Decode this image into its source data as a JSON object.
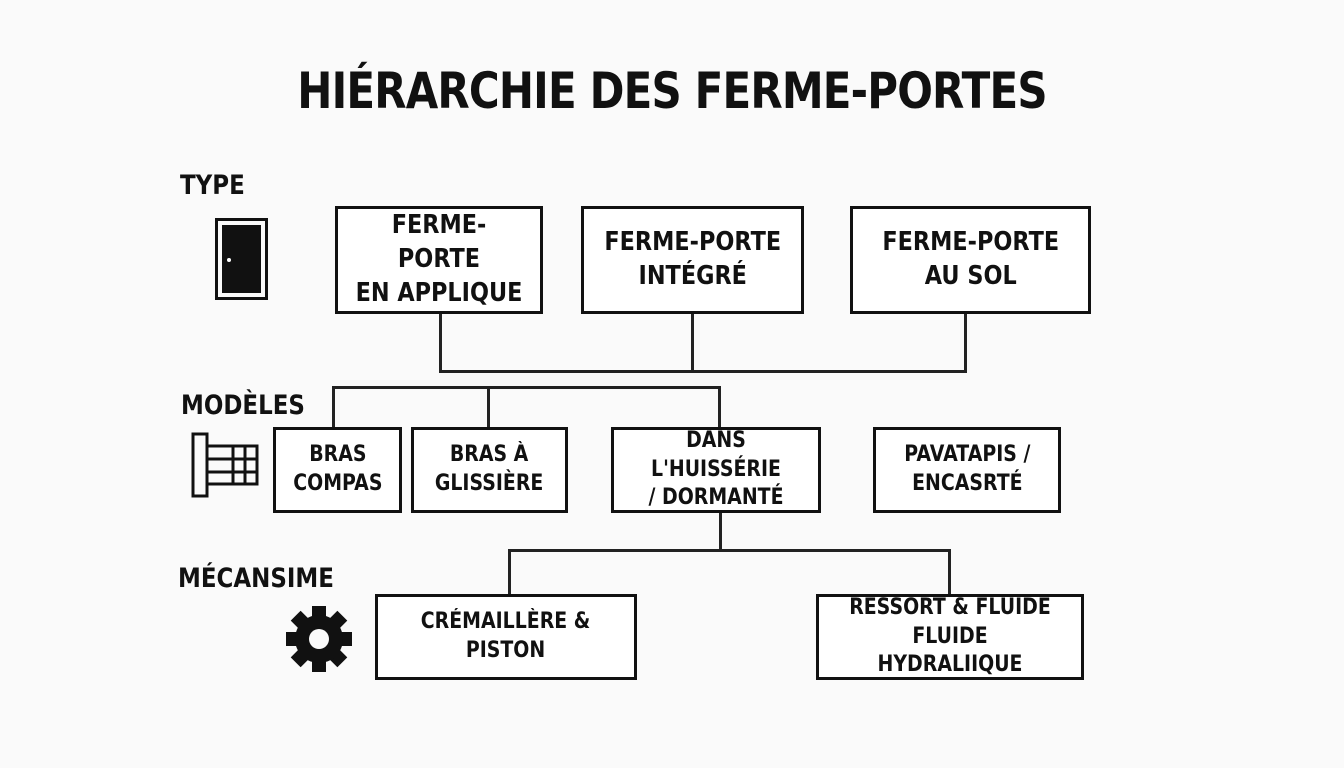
{
  "title": "HIÉRARCHIE DES FERME-PORTES",
  "sections": {
    "type": {
      "label": "TYPE",
      "icon": "door-icon"
    },
    "models": {
      "label": "MODÈLES",
      "icon": "door-closer-icon"
    },
    "mechanism": {
      "label": "MÉCANSIME",
      "icon": "gear-icon"
    }
  },
  "types": [
    {
      "label": "FERME-PORTE\nEN APPLIQUE"
    },
    {
      "label": "FERME-PORTE\nINTÉGRÉ"
    },
    {
      "label": "FERME-PORTE\nAU SOL"
    }
  ],
  "models": [
    {
      "label": "BRAS\nCOMPAS"
    },
    {
      "label": "BRAS À\nGLISSIÈRE"
    },
    {
      "label": "DANS L'HUISSÉRIE\n/ DORMANTÉ"
    },
    {
      "label": "PAVATAPIS /\nENCASRTÉ"
    }
  ],
  "mechanisms": [
    {
      "label": "CRÉMAILLÈRE &\nPISTON"
    },
    {
      "label": "RESSORT & FLUIDE\nFLUIDE HYDRALIIQUE"
    }
  ]
}
